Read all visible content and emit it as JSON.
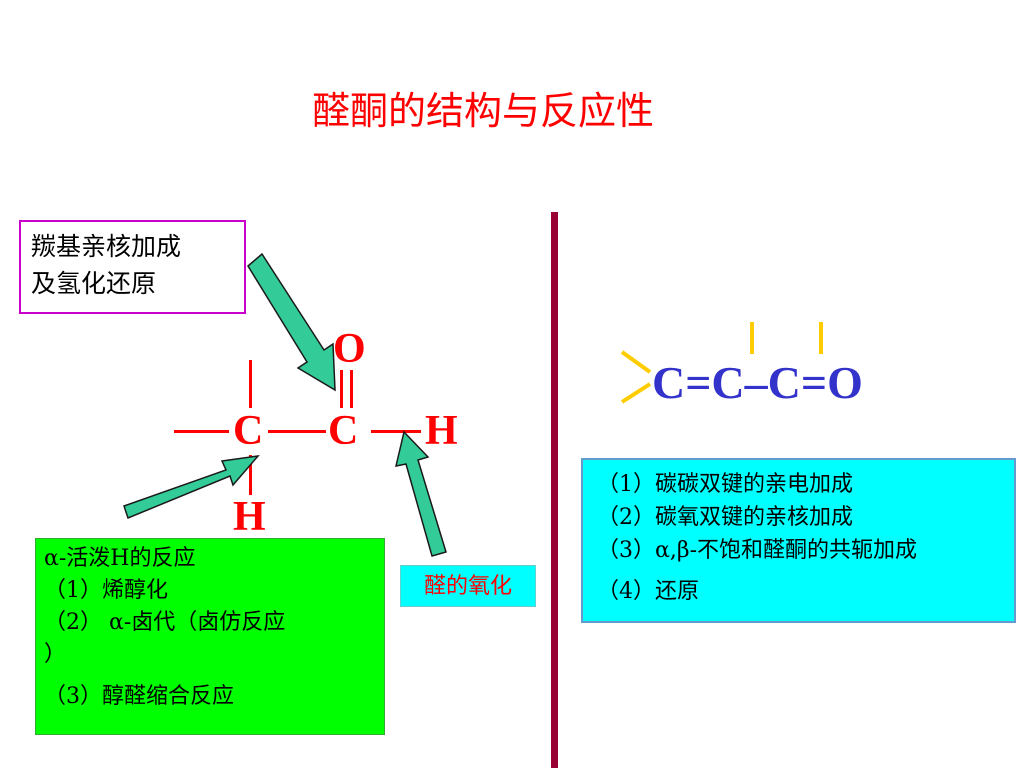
{
  "title": "醛酮的结构与反应性",
  "carbonyl_box": {
    "line1": "羰基亲核加成",
    "line2": "及氢化还原"
  },
  "alpha_box": {
    "line1": "α-活泼H的反应",
    "line2": "（1）烯醇化",
    "line3": "（2） α-卤代（卤仿反应",
    "line4": "）",
    "line5": "（3）醇醛缩合反应"
  },
  "oxidation_box": {
    "label": "醛的氧化"
  },
  "structure": {
    "oxygen": "O",
    "carbon_alpha": "C",
    "carbon_carbonyl": "C",
    "hydrogen_right": "H",
    "hydrogen_bottom": "H"
  },
  "unsaturated": {
    "formula": "C=C–C=O"
  },
  "unsat_box": {
    "line1": "（1）碳碳双键的亲电加成",
    "line2": "（2）碳氧双键的亲核加成",
    "line3": "（3）α,β-不饱和醛酮的共轭加成",
    "line4": "（4）还原"
  },
  "colors": {
    "title": "#ff0000",
    "divider": "#990033",
    "arrow_fill": "#33cc99",
    "green_box": "#00ff00",
    "cyan_box": "#00ffff",
    "formula": "#3333cc",
    "yellow_bonds": "#ffcc00"
  }
}
